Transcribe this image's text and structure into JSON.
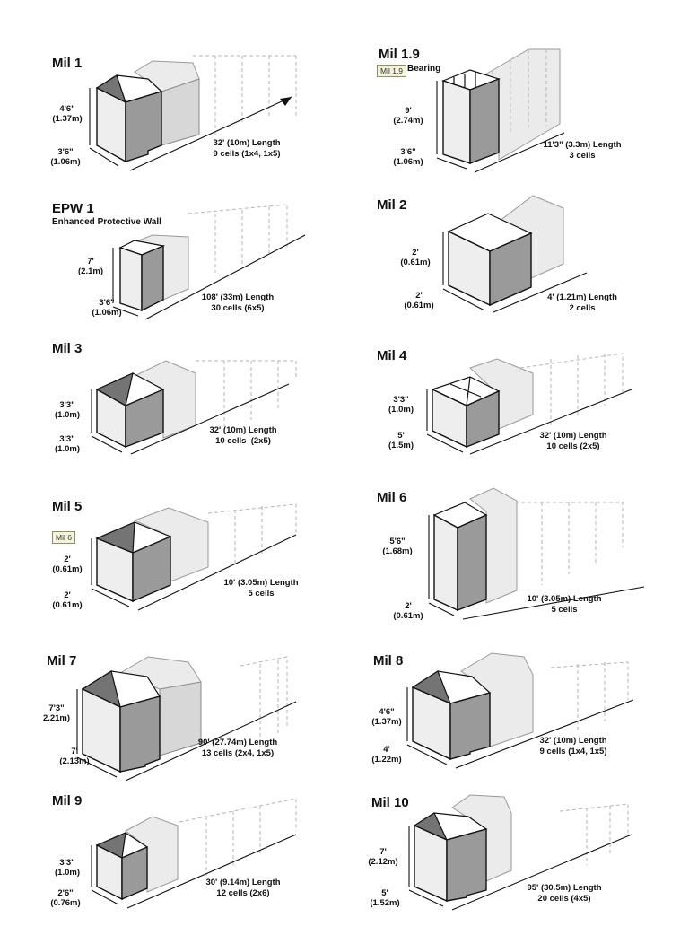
{
  "panels": [
    {
      "id": "mil1",
      "title": "Mil 1",
      "height": "4'6\"\n(1.37m)",
      "width": "3'6\"\n(1.06m)",
      "length": "32' (10m) Length\n9 cells (1x4, 1x5)"
    },
    {
      "id": "mil19",
      "title": "Mil 1.9",
      "subtitle": "Bearing",
      "badge": "Mil 1.9",
      "height": "9'\n(2.74m)",
      "width": "3'6\"\n(1.06m)",
      "length": "11'3\" (3.3m) Length\n3 cells"
    },
    {
      "id": "epw1",
      "title": "EPW 1",
      "subtitle": "Enhanced Protective Wall",
      "height": "7'\n(2.1m)",
      "width": "3'6\"\n(1.06m)",
      "length": "108' (33m) Length\n30 cells (6x5)"
    },
    {
      "id": "mil2",
      "title": "Mil 2",
      "height": "2'\n(0.61m)",
      "width": "2'\n(0.61m)",
      "length": "4' (1.21m) Length\n2 cells"
    },
    {
      "id": "mil3",
      "title": "Mil 3",
      "height": "3'3\"\n(1.0m)",
      "width": "3'3\"\n(1.0m)",
      "length": "32' (10m) Length\n10 cells  (2x5)"
    },
    {
      "id": "mil4",
      "title": "Mil 4",
      "height": "3'3\"\n(1.0m)",
      "width": "5'\n(1.5m)",
      "length": "32' (10m) Length\n10 cells (2x5)"
    },
    {
      "id": "mil5",
      "title": "Mil 5",
      "badge": "Mil 6",
      "height": "2'\n(0.61m)",
      "width": "2'\n(0.61m)",
      "length": "10' (3.05m) Length\n5 cells"
    },
    {
      "id": "mil6",
      "title": "Mil 6",
      "height": "5'6\"\n(1.68m)",
      "width": "2'\n(0.61m)",
      "length": "10' (3.05m) Length\n5 cells"
    },
    {
      "id": "mil7",
      "title": "Mil 7",
      "height": "7'3\"\n2.21m)",
      "width": "7'\n(2.13m)",
      "length": "90' (27.74m) Length\n13 cells (2x4, 1x5)"
    },
    {
      "id": "mil8",
      "title": "Mil 8",
      "height": "4'6\"\n(1.37m)",
      "width": "4'\n(1.22m)",
      "length": "32' (10m) Length\n9 cells (1x4, 1x5)"
    },
    {
      "id": "mil9",
      "title": "Mil 9",
      "height": "3'3\"\n(1.0m)",
      "width": "2'6\"\n(0.76m)",
      "length": "30' (9.14m) Length\n12 cells (2x6)"
    },
    {
      "id": "mil10",
      "title": "Mil 10",
      "height": "7'\n(2.12m)",
      "width": "5'\n(1.52m)",
      "length": "95' (30.5m) Length\n20 cells (4x5)"
    }
  ]
}
